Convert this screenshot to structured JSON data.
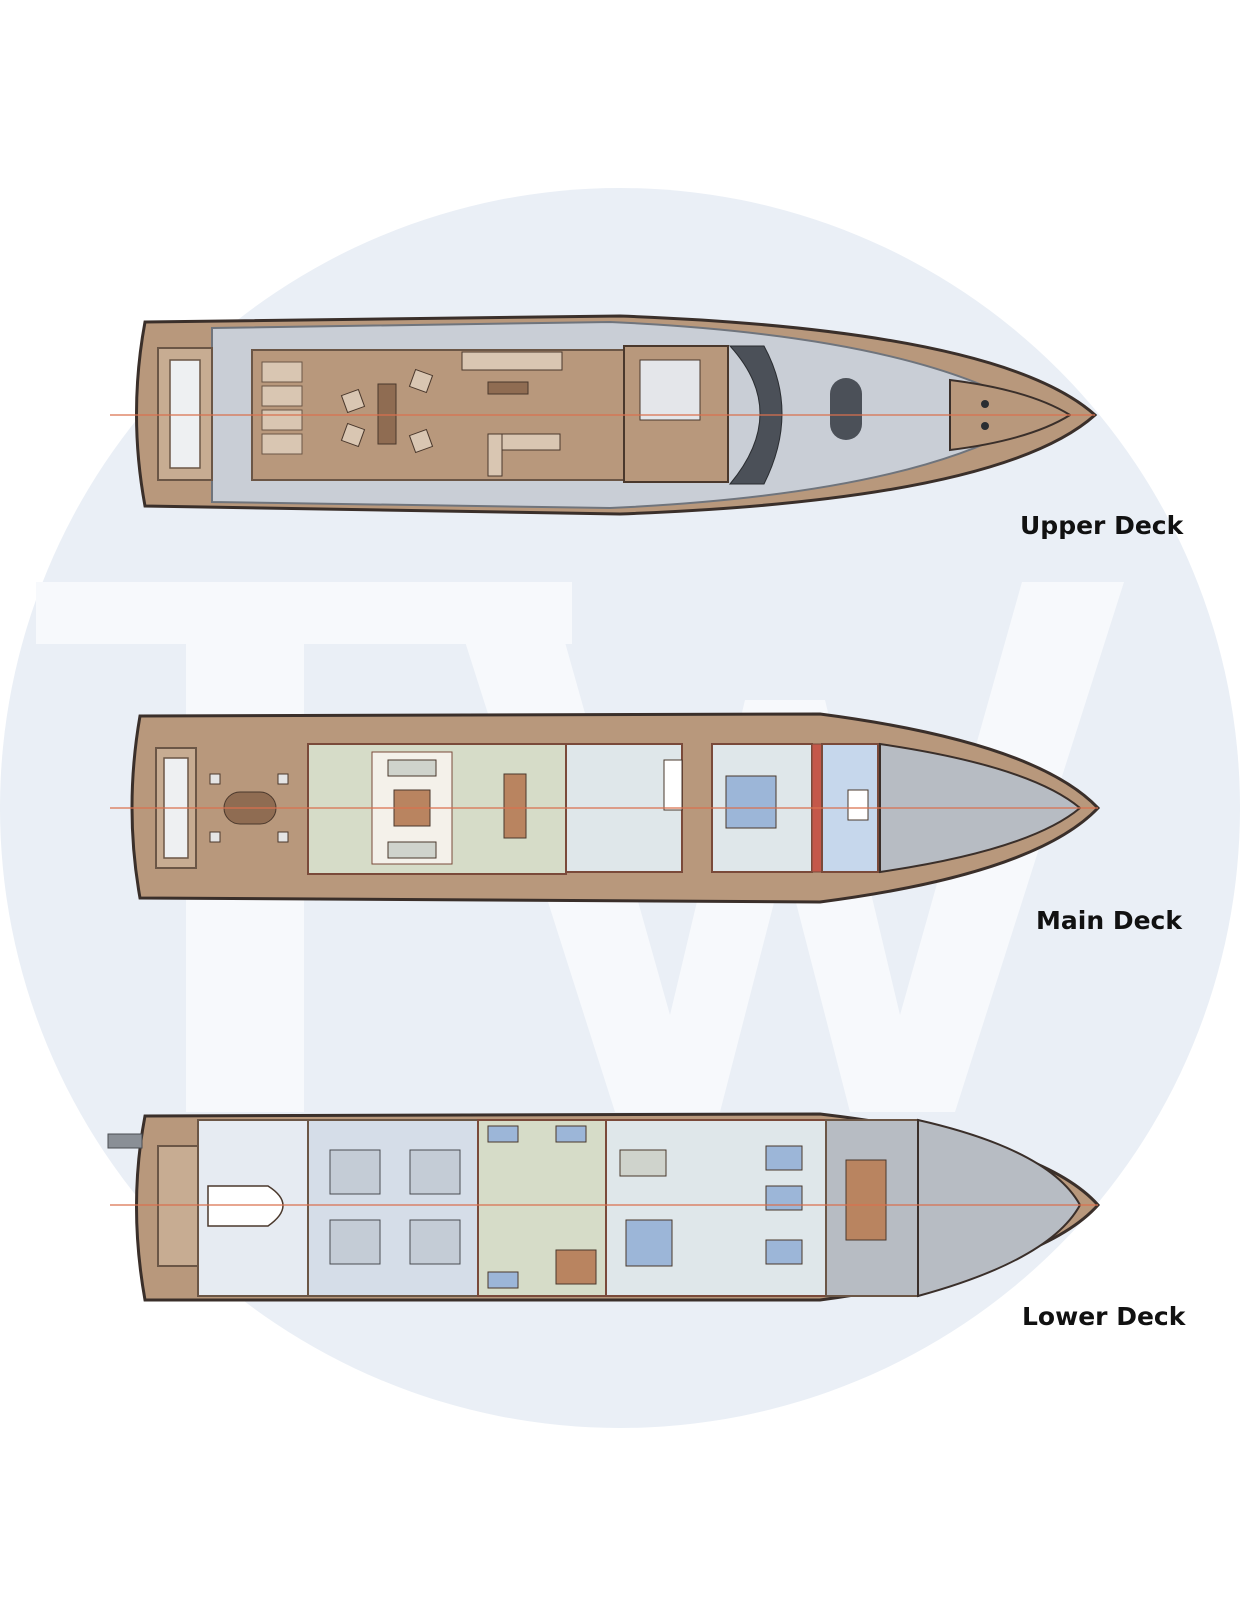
{
  "decks": [
    {
      "id": "upper",
      "label": "Upper Deck"
    },
    {
      "id": "main",
      "label": "Main Deck"
    },
    {
      "id": "lower",
      "label": "Lower Deck"
    }
  ],
  "watermark": {
    "letters": "TW"
  },
  "colors": {
    "watermark_circle": "#eaeff6",
    "hull_outline": "#3a2f2a",
    "teak": "#b8987c",
    "silver_deck": "#c9ced6",
    "interior_floor": "#d6dcc8",
    "cabin_blue": "#9cb6d8",
    "wall": "#7a4a3a",
    "bulkhead_red": "#c4584a",
    "bow_grey": "#b7bcc3",
    "centerline": "#d9704e"
  }
}
